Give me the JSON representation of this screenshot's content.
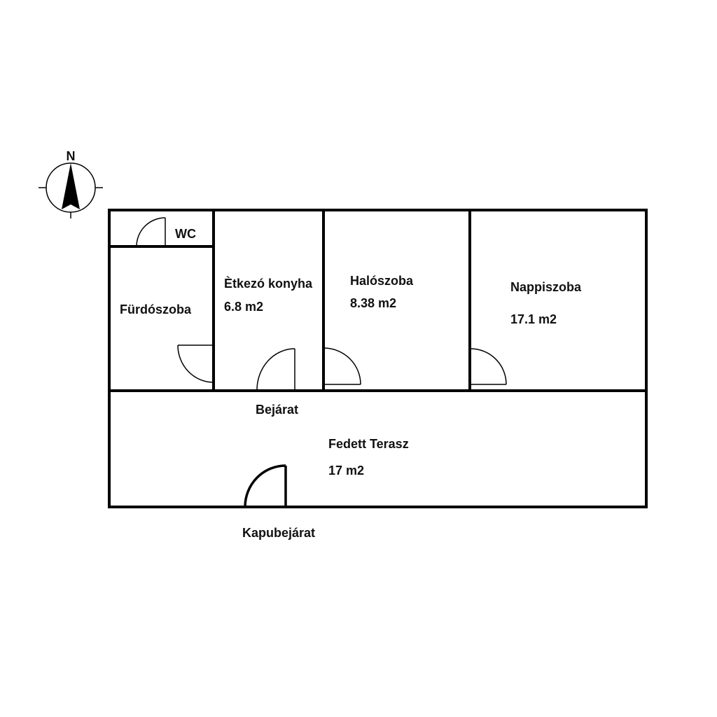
{
  "compass": {
    "label": "N"
  },
  "rooms": {
    "wc": {
      "name": "WC"
    },
    "bathroom": {
      "name": "Fürdószoba"
    },
    "kitchen": {
      "name": "Ètkezó konyha",
      "area": "6.8 m2"
    },
    "bedroom": {
      "name": "Halószoba",
      "area": "8.38 m2"
    },
    "living": {
      "name": "Nappiszoba",
      "area": "17.1 m2"
    },
    "terrace": {
      "name": "Fedett Terasz",
      "area": "17 m2"
    }
  },
  "labels": {
    "entrance": "Bejárat",
    "gate_entrance": "Kapubejárat"
  }
}
